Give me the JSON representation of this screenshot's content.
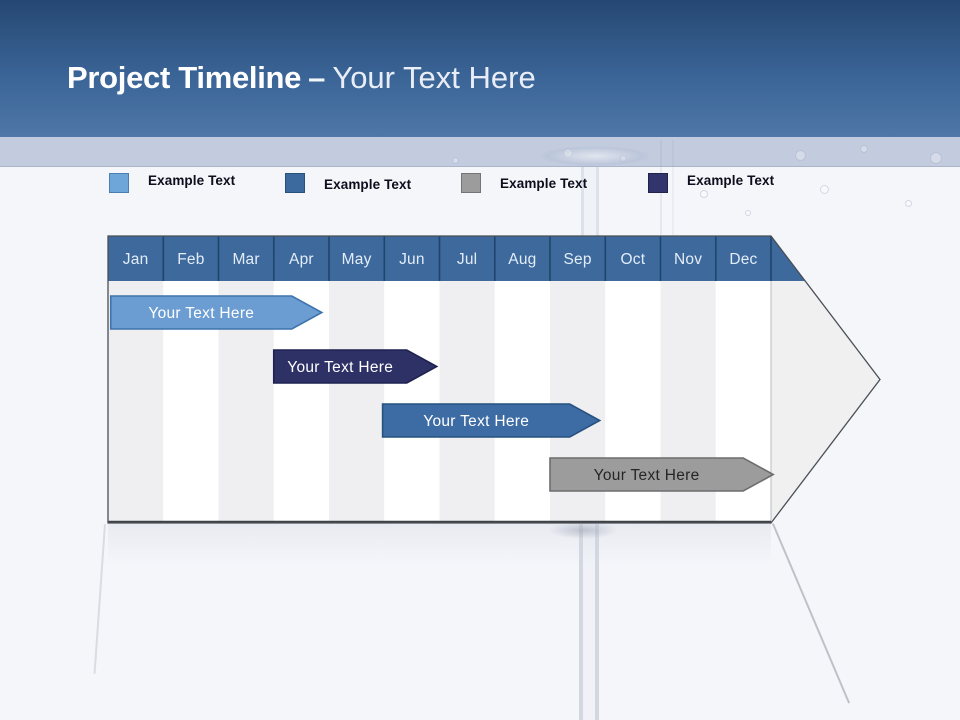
{
  "slide": {
    "header": {
      "title_bold": "Project Timeline",
      "title_dash": "–",
      "title_light": "Your Text Here",
      "gradient_top": "#254872",
      "gradient_bottom": "#4f78a8",
      "band_color": "#c3ccdf"
    },
    "background_color": "#f5f6fa"
  },
  "legend": {
    "items": [
      {
        "label": "Example Text",
        "color": "#6fa6d9",
        "border": "#4b7fb2"
      },
      {
        "label": "Example Text",
        "color": "#3d6a9e",
        "border": "#28517c"
      },
      {
        "label": "Example Text",
        "color": "#9c9c9c",
        "border": "#757575"
      },
      {
        "label": "Example Text",
        "color": "#32356b",
        "border": "#20234c"
      }
    ]
  },
  "chart_data": {
    "type": "gantt",
    "title": "Project Timeline – Your Text Here",
    "categories": [
      "Jan",
      "Feb",
      "Mar",
      "Apr",
      "May",
      "Jun",
      "Jul",
      "Aug",
      "Sep",
      "Oct",
      "Nov",
      "Dec"
    ],
    "axis": "months",
    "rows": 4,
    "header_fill": "#3d699c",
    "header_separator_color": "#20456b",
    "header_text_color": "#e3edf8",
    "stripe_colors": [
      "#efeff1",
      "#ffffff"
    ],
    "shape_fill": "#f0f0f1",
    "outline_color": "#4a4e55",
    "bars": [
      {
        "row": 0,
        "label": "Your Text Here",
        "start_month": 0.05,
        "end_month": 3.87,
        "months_span": "Jan–Apr",
        "color": "#6b9dd2",
        "border": "#3e73ac",
        "text_color": "#ffffff"
      },
      {
        "row": 1,
        "label": "Your Text Here",
        "start_month": 3.0,
        "end_month": 5.95,
        "months_span": "Apr–Jun",
        "color": "#2e3166",
        "border": "#1f2250",
        "text_color": "#ffffff"
      },
      {
        "row": 2,
        "label": "Your Text Here",
        "start_month": 4.97,
        "end_month": 8.9,
        "months_span": "Jun–Sep",
        "color": "#3d6ca4",
        "border": "#27517f",
        "text_color": "#ffffff"
      },
      {
        "row": 3,
        "label": "Your Text Here",
        "start_month": 8.0,
        "end_month": 12.04,
        "months_span": "Sep–Dec",
        "color": "#9c9c9c",
        "border": "#6d6d6d",
        "text_color": "#262626"
      }
    ]
  }
}
